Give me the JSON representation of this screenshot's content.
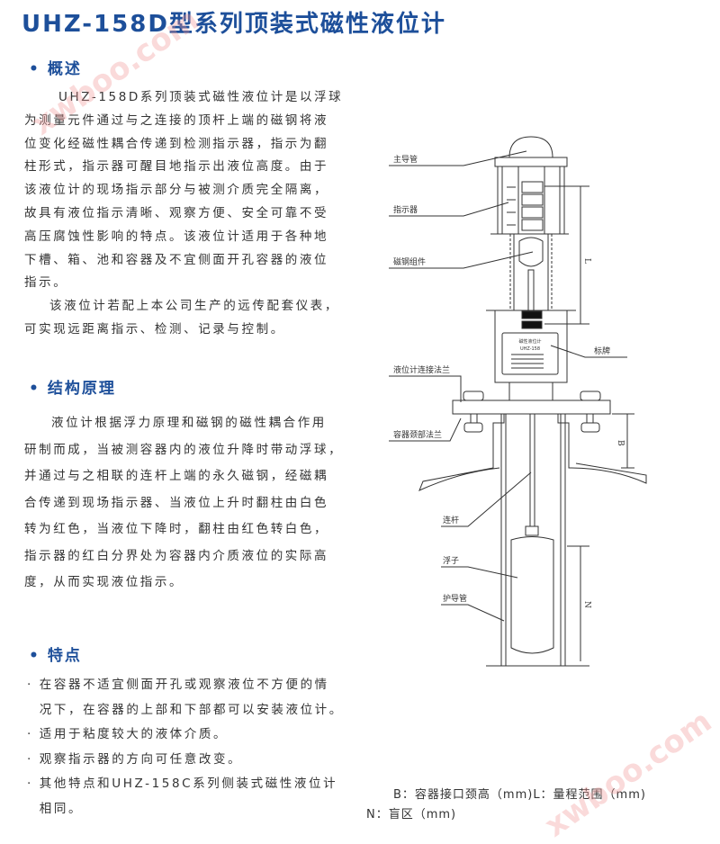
{
  "title": "UHZ-158D型系列顶装式磁性液位计",
  "sections": {
    "overview": {
      "heading": "概述",
      "lines": [
        "UHZ-158D系列顶装式磁性液位计是以浮球",
        "为测量元件通过与之连接的顶杆上端的磁钢将液",
        "位变化经磁性耦合传递到检测指示器，指示为翻",
        "柱形式，指示器可醒目地指示出液位高度。由于",
        "该液位计的现场指示部分与被测介质完全隔离，",
        "故具有液位指示清晰、观察方便、安全可靠不受",
        "高压腐蚀性影响的特点。该液位计适用于各种地",
        "下槽、箱、池和容器及不宜侧面开孔容器的液位",
        "指示。",
        "该液位计若配上本公司生产的远传配套仪表，",
        "可实现远距离指示、检测、记录与控制。"
      ]
    },
    "principle": {
      "heading": "结构原理",
      "lines": [
        "液位计根据浮力原理和磁钢的磁性耦合作用",
        "研制而成，当被测容器内的液位升降时带动浮球，",
        "并通过与之相联的连杆上端的永久磁钢，经磁耦",
        "合传递到现场指示器、当液位上升时翻柱由白色",
        "转为红色，当液位下降时，翻柱由红色转白色，",
        "指示器的红白分界处为容器内介质液位的实际高",
        "度，从而实现液位指示。"
      ]
    },
    "features": {
      "heading": "特点",
      "lines": [
        "· 在容器不适宜侧面开孔或观察液位不方便的情",
        "  况下，在容器的上部和下部都可以安装液位计。",
        "· 适用于粘度较大的液体介质。",
        "· 观察指示器的方向可任意改变。",
        "· 其他特点和UHZ-158C系列侧装式磁性液位计",
        "  相同。"
      ]
    }
  },
  "diagram": {
    "labels": {
      "main_tube": "主导管",
      "indicator": "指示器",
      "magnet_assembly": "磁钢组件",
      "nameplate": "标牌",
      "gauge_flange": "液位计连接法兰",
      "vessel_flange": "容器颈部法兰",
      "rod": "连杆",
      "float": "浮子",
      "guard_tube": "护导管",
      "dim_L": "L",
      "dim_B": "B",
      "dim_N": "N"
    },
    "nameplate_title": "磁性液位计",
    "nameplate_model": "UHZ-158"
  },
  "caption": {
    "line1": "B：容器接口颈高（mm)L：量程范围（mm)",
    "line2": "N：盲区（mm)"
  },
  "watermark": "xwboo.com",
  "colors": {
    "heading": "#1d4f9a",
    "text": "#333333"
  }
}
